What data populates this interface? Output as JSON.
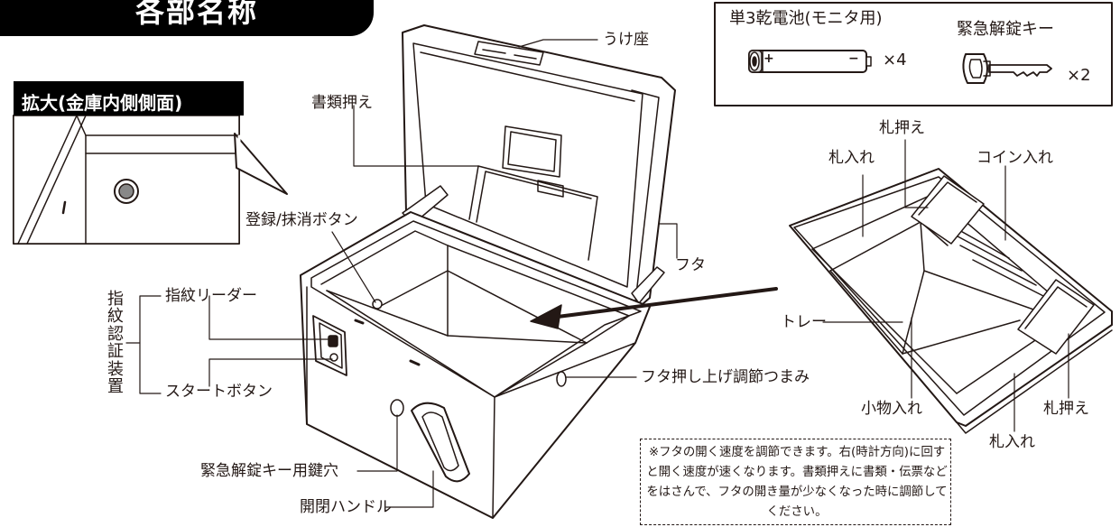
{
  "title": "各部名称",
  "zoom_panel": {
    "heading": "拡大(金庫内側側面)"
  },
  "accessories": {
    "battery_label": "単3乾電池(モニタ用)",
    "battery_count": "×4",
    "battery_plus": "+",
    "battery_minus": "−",
    "key_label": "緊急解錠キー",
    "key_count": "×2"
  },
  "labels": {
    "receiver_seat": "うけ座",
    "document_holder": "書類押え",
    "register_delete_button": "登録/抹消ボタン",
    "lid": "フタ",
    "fingerprint_reader": "指紋リーダー",
    "start_button": "スタートボタン",
    "fingerprint_device_group": "指紋認証装置",
    "lid_lift_knob": "フタ押し上げ調節つまみ",
    "emergency_keyhole": "緊急解錠キー用鍵穴",
    "open_close_handle": "開閉ハンドル",
    "bill_holder_top": "札押え",
    "bill_slot_top": "札入れ",
    "coin_slot": "コイン入れ",
    "tray": "トレー",
    "small_items_slot": "小物入れ",
    "bill_holder_right": "札押え",
    "bill_slot_bottom": "札入れ"
  },
  "note": "※フタの開く速度を調節できます。右(時計方向)に回すと開く速度が速くなります。書類押えに書類・伝票などをはさんで、フタの開き量が少なくなった時に調節してください。"
}
